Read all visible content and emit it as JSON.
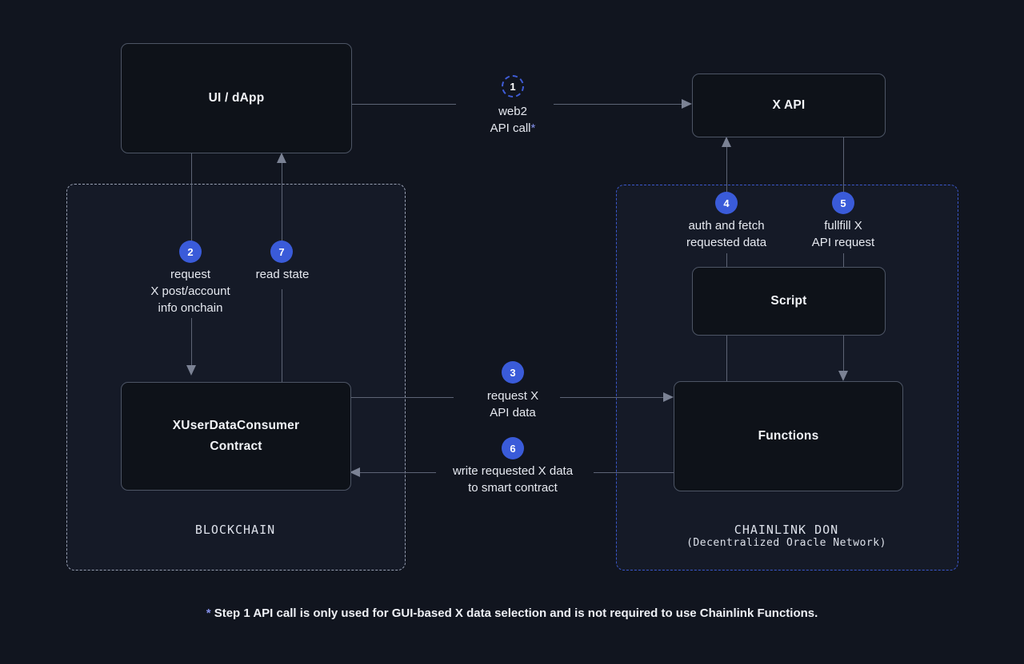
{
  "colors": {
    "background": "#11151f",
    "container_fill": "#151a27",
    "node_fill": "#0e1219",
    "node_border": "#4d5565",
    "accent_blue": "#3a5bd9",
    "dashed_blue": "#3a57cb",
    "dashed_gray": "#979fb2",
    "line_gray": "#5d6475",
    "asterisk_blue": "#8490ea"
  },
  "nodes": {
    "ui_dapp": {
      "label": "UI / dApp"
    },
    "x_api": {
      "label": "X API"
    },
    "consumer": {
      "line1": "XUserDataConsumer",
      "line2": "Contract"
    },
    "script": {
      "label": "Script"
    },
    "functions": {
      "label": "Functions"
    }
  },
  "containers": {
    "blockchain": {
      "label": "BLOCKCHAIN"
    },
    "don": {
      "label": "CHAINLINK DON",
      "sublabel": "(Decentralized Oracle Network)"
    }
  },
  "steps": {
    "s1": {
      "num": "1",
      "line1": "web2",
      "line2": "API call",
      "suffix": "*"
    },
    "s2": {
      "num": "2",
      "line1": "request",
      "line2": "X post/account",
      "line3": "info onchain"
    },
    "s3": {
      "num": "3",
      "line1": "request X",
      "line2": "API data"
    },
    "s4": {
      "num": "4",
      "line1": "auth and fetch",
      "line2": "requested data"
    },
    "s5": {
      "num": "5",
      "line1": "fullfill X",
      "line2": "API request"
    },
    "s6": {
      "num": "6",
      "line1": "write requested X data",
      "line2": "to smart contract"
    },
    "s7": {
      "num": "7",
      "line1": "read state"
    }
  },
  "footnote": {
    "asterisk": "*",
    "text": "Step 1 API call is only used for GUI-based X data selection and is not required to use Chainlink Functions."
  }
}
